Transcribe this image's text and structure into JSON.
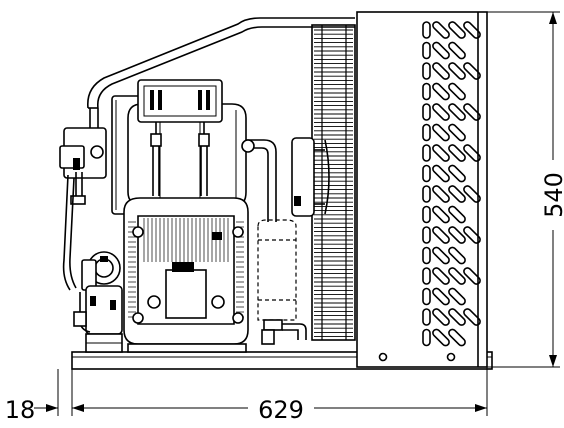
{
  "dimensions": {
    "height": "540",
    "width": "629",
    "offset": "18"
  },
  "icons": {
    "drawing": "condensing-unit-side-view"
  }
}
